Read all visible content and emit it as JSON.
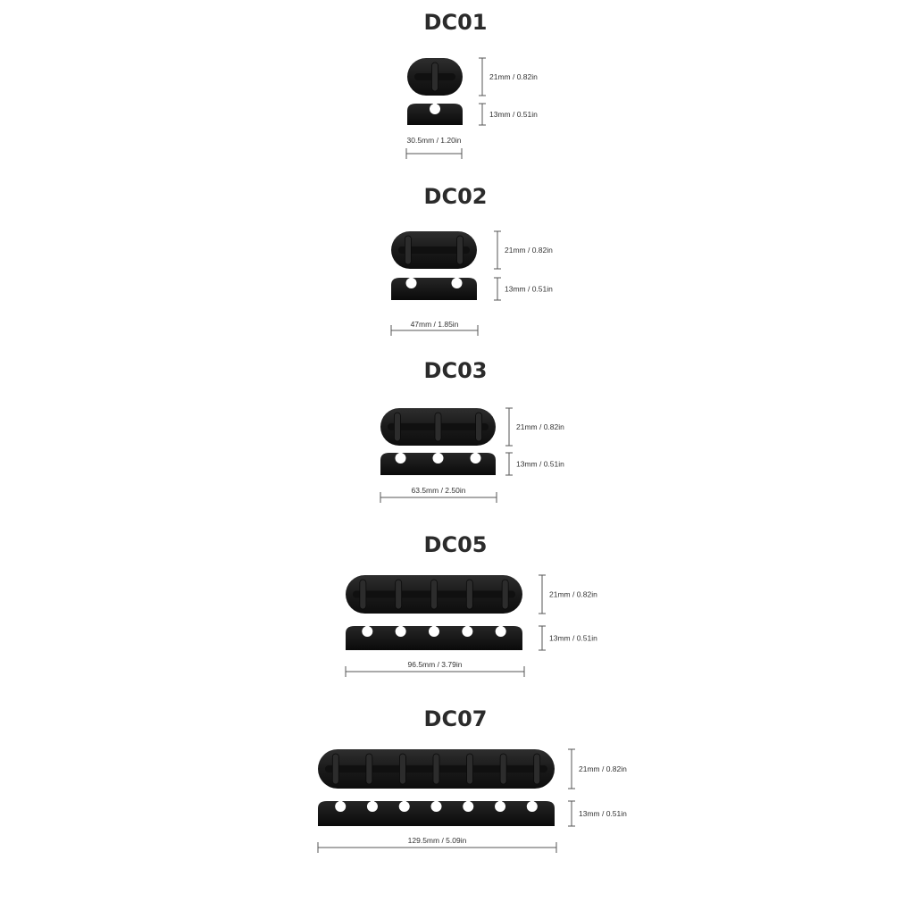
{
  "products": [
    {
      "model": "DC01",
      "slots": 1,
      "height_label": "21mm / 0.82in",
      "thickness_label": "13mm / 0.51in",
      "length_label": "30.5mm / 1.20in"
    },
    {
      "model": "DC02",
      "slots": 2,
      "height_label": "21mm / 0.82in",
      "thickness_label": "13mm / 0.51in",
      "length_label": "47mm / 1.85in"
    },
    {
      "model": "DC03",
      "slots": 3,
      "height_label": "21mm / 0.82in",
      "thickness_label": "13mm / 0.51in",
      "length_label": "63.5mm / 2.50in"
    },
    {
      "model": "DC05",
      "slots": 5,
      "height_label": "21mm / 0.82in",
      "thickness_label": "13mm / 0.51in",
      "length_label": "96.5mm / 3.79in"
    },
    {
      "model": "DC07",
      "slots": 7,
      "height_label": "21mm / 0.82in",
      "thickness_label": "13mm / 0.51in",
      "length_label": "129.5mm / 5.09in"
    }
  ],
  "colors": {
    "product_body": "#1c1c1c",
    "product_highlight": "#3a3a3a",
    "dimension_line": "#555555",
    "title_text": "#2b2b2b",
    "background": "#ffffff"
  }
}
